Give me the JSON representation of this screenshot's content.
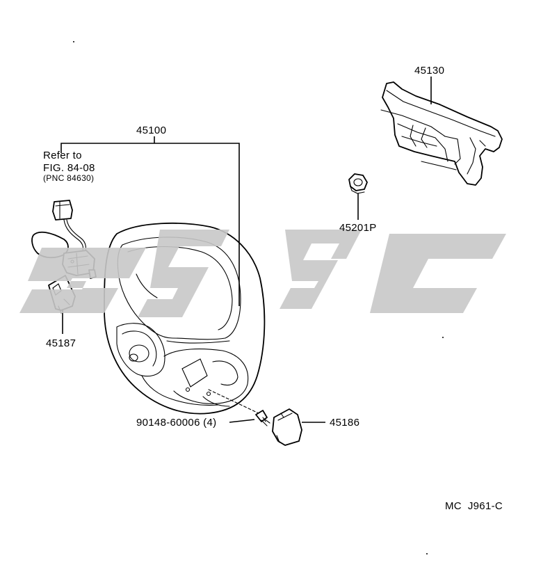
{
  "diagram": {
    "callouts": {
      "steering_wheel": "45100",
      "airbag_pad": "45130",
      "nut": "45201P",
      "sensor_cover": "45187",
      "lower_cover": "45186",
      "screw": "90148-60006 (4)"
    },
    "reference": {
      "line1": "Refer to",
      "line2": "FIG. 84-08",
      "line3": "(PNC 84630)"
    },
    "figure_code": "MC  J961-C"
  },
  "colors": {
    "line": "#000000",
    "watermark": "#c8c8c8",
    "background": "#ffffff"
  }
}
